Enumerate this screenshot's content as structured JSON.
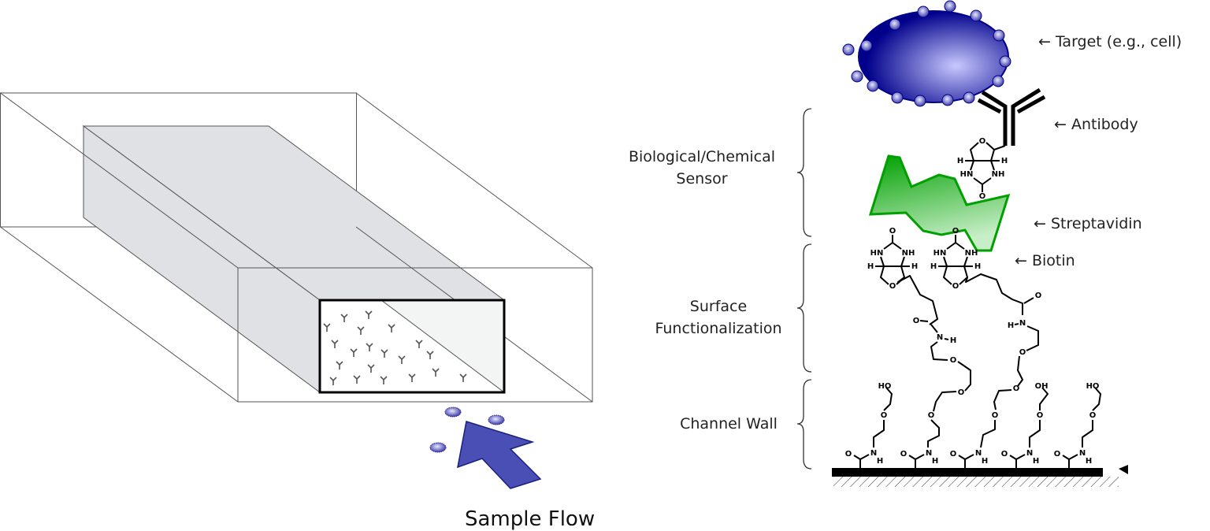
{
  "left_panel": {
    "flow_label": "Sample Flow"
  },
  "right_panel": {
    "callouts": {
      "target": "Target (e.g., cell)",
      "antibody": "Antibody",
      "streptavidin": "Streptavidin",
      "biotin": "Biotin"
    },
    "arrow_glyph": "←",
    "groups": {
      "sensor_line1": "Biological/Chemical",
      "sensor_line2": "Sensor",
      "surface_line1": "Surface",
      "surface_line2": "Functionalization",
      "wall": "Channel Wall"
    },
    "atoms": {
      "O": "O",
      "N": "N",
      "H": "H",
      "HN": "HN",
      "NH": "NH",
      "HO": "HO",
      "OH": "OH"
    }
  },
  "colors": {
    "cell": "#00008b",
    "cell_highlight": "#c8c8ff",
    "streptavidin": "#00a000",
    "streptavidin_light": "#c8eec8",
    "flow_arrow": "#4a4fb5",
    "channel_gray": "#e0e1e5"
  }
}
